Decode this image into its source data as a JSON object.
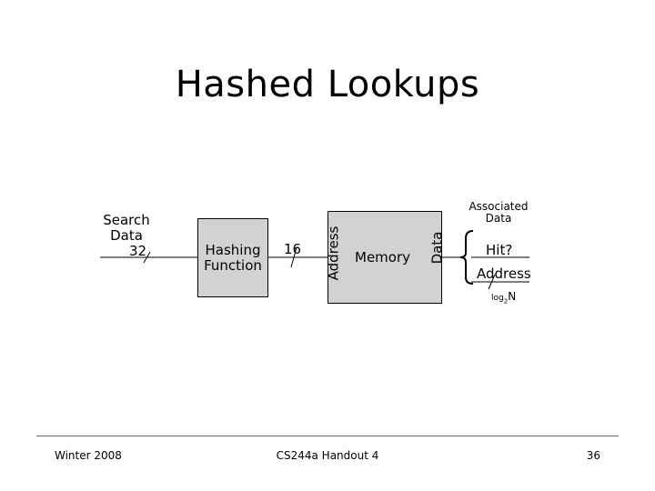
{
  "slide": {
    "title": "Hashed Lookups"
  },
  "diagram": {
    "input_label_line1": "Search",
    "input_label_line2": "Data",
    "input_width": "32",
    "hash_block_line1": "Hashing",
    "hash_block_line2": "Function",
    "hash_output_width": "16",
    "memory_address_port": "Address",
    "memory_label": "Memory",
    "memory_data_port": "Data",
    "associated_data_line1": "Associated",
    "associated_data_line2": "Data",
    "output_hit": "Hit?",
    "output_address": "Address",
    "output_address_width_base": "log",
    "output_address_width_sub": "2",
    "output_address_width_var": "N"
  },
  "footer": {
    "left": "Winter 2008",
    "center": "CS244a Handout 4",
    "page_number": "36"
  }
}
